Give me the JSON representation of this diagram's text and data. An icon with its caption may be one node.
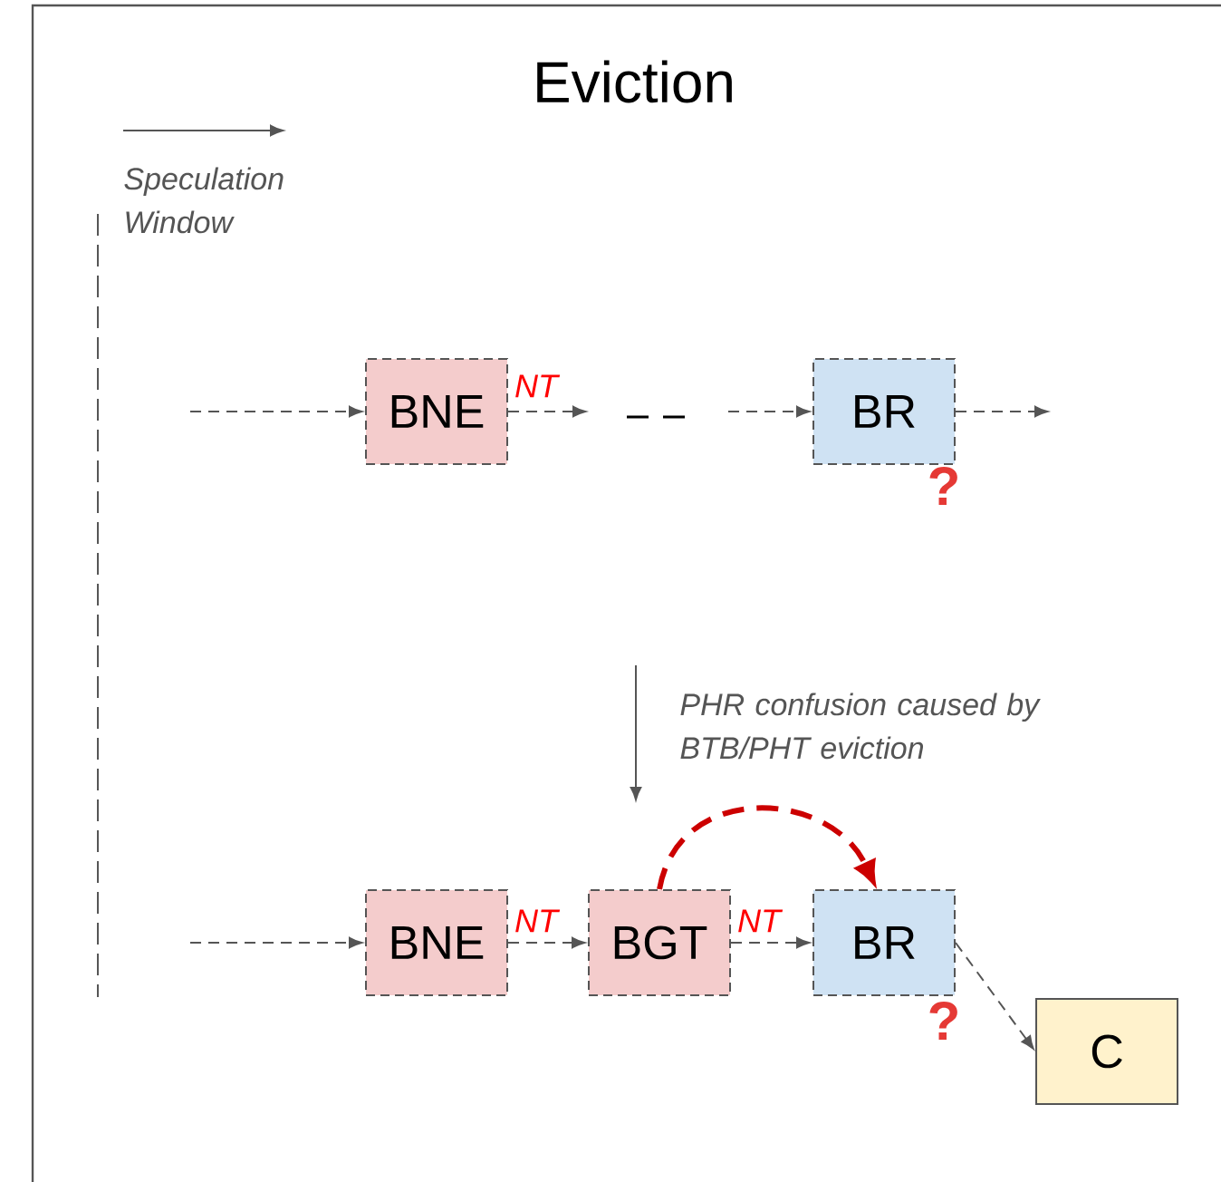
{
  "diagram": {
    "title": "Eviction",
    "nodes": [
      {
        "text": [
          "BNE"
        ]
      },
      {
        "text": [
          "BR"
        ],
        "beside": [
          "?"
        ]
      },
      {
        "text": [
          "BNE"
        ]
      },
      {
        "text": [
          "BGT"
        ]
      },
      {
        "text": [
          "BR"
        ],
        "beside": [
          "?"
        ]
      },
      {
        "text": [
          "C"
        ]
      }
    ],
    "edges": [
      {
        "from": null,
        "to": 0,
        "arrow": "to"
      },
      {
        "from": 0,
        "to": null,
        "arrow": "to",
        "label": "NT"
      },
      {
        "from": null,
        "to": 1,
        "arrow": "to"
      },
      {
        "from": 1,
        "to": null,
        "arrow": "to"
      },
      {
        "from": null,
        "to": 2,
        "arrow": "to"
      },
      {
        "from": 2,
        "to": 3,
        "arrow": "to",
        "label": "NT"
      },
      {
        "from": 3,
        "to": 4,
        "arrow": "to",
        "label": "NT"
      },
      {
        "from": 3,
        "to": 4,
        "arrow": "to",
        "style": "dashed",
        "color": "#cc0000"
      },
      {
        "from": 4,
        "to": 5,
        "arrow": "to"
      }
    ],
    "labels": [
      "Speculation Window",
      "PHR confusion caused by BTB/PHT eviction"
    ]
  }
}
